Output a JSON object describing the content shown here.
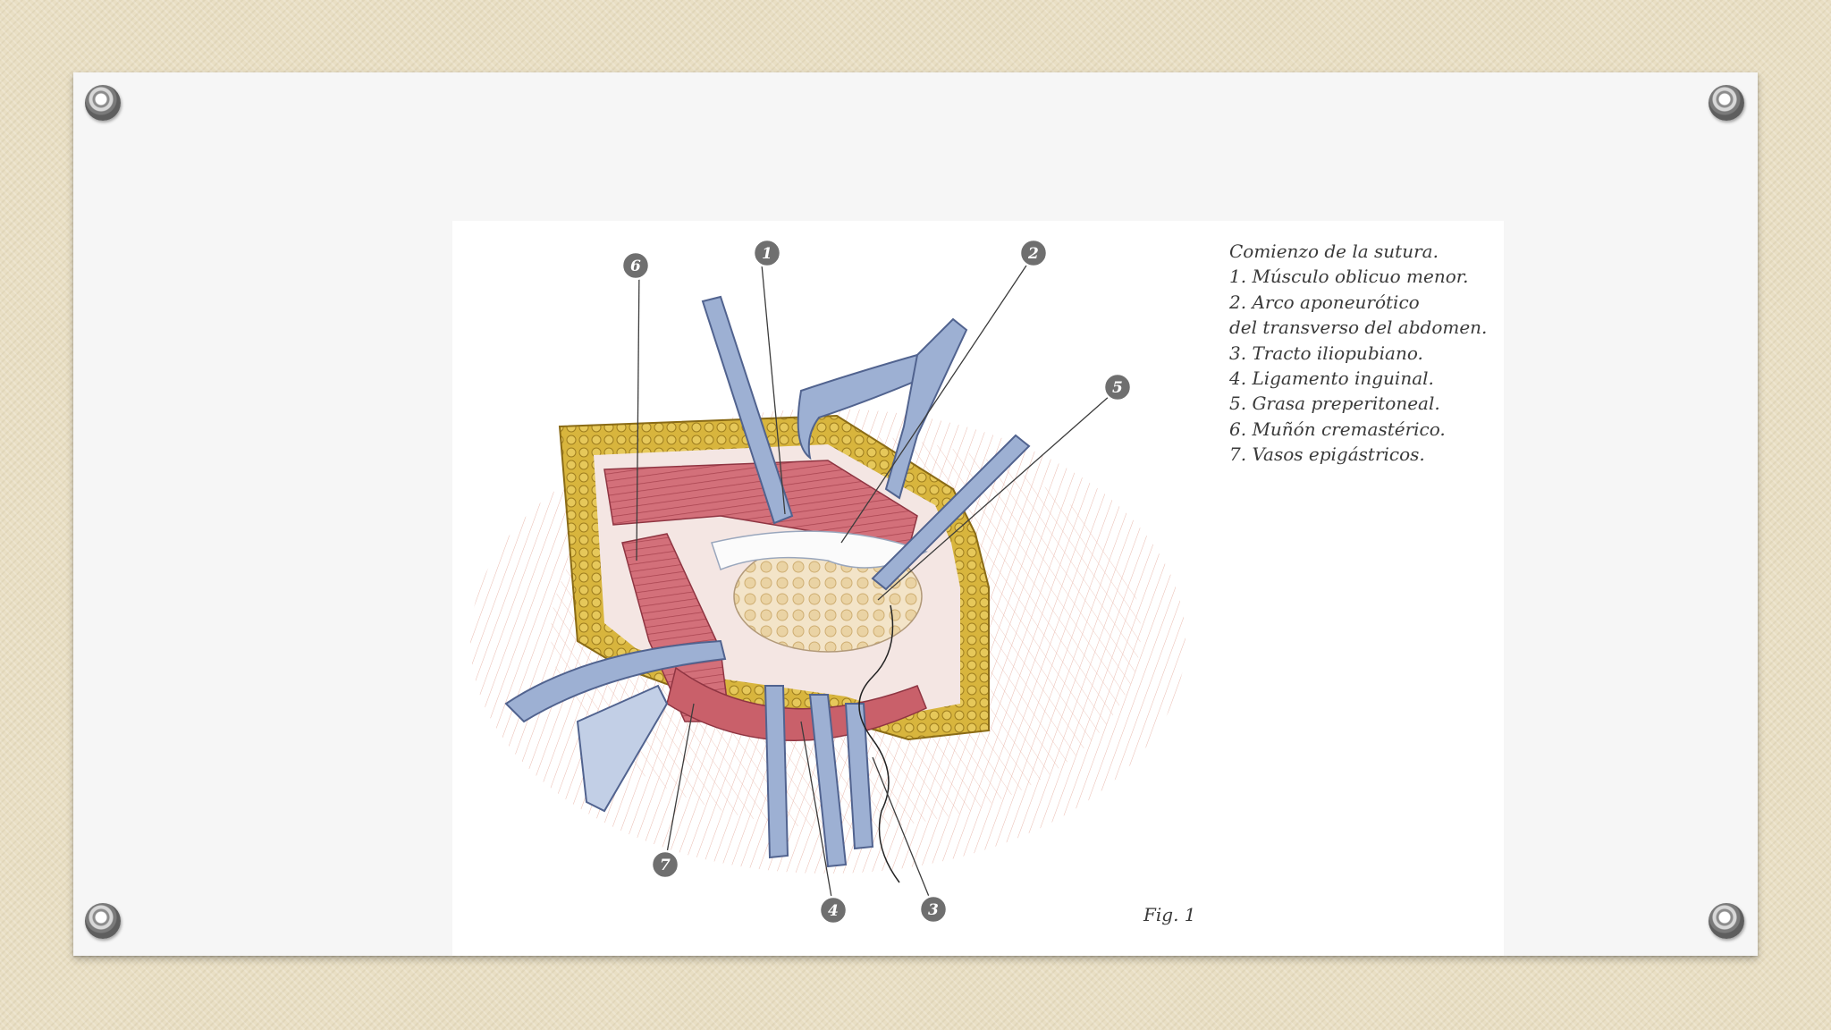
{
  "caption": {
    "title": "Comienzo de la sutura.",
    "items": [
      "1. Músculo oblicuo menor.",
      "2. Arco aponeurótico",
      "del transverso del abdomen.",
      "3. Tracto iliopubiano.",
      "4. Ligamento inguinal.",
      "5. Grasa preperitoneal.",
      "6. Muñón cremastérico.",
      "7. Vasos epigástricos."
    ]
  },
  "figure_label": "Fig. 1",
  "callouts": [
    "1",
    "2",
    "3",
    "4",
    "5",
    "6",
    "7"
  ],
  "colors": {
    "background": "#e9dfc4",
    "board": "#f6f6f6",
    "muscle": "#c9606a",
    "fat": "#d6b23a",
    "vessel": "#7d95bf",
    "badge": "#6f6f6f"
  }
}
